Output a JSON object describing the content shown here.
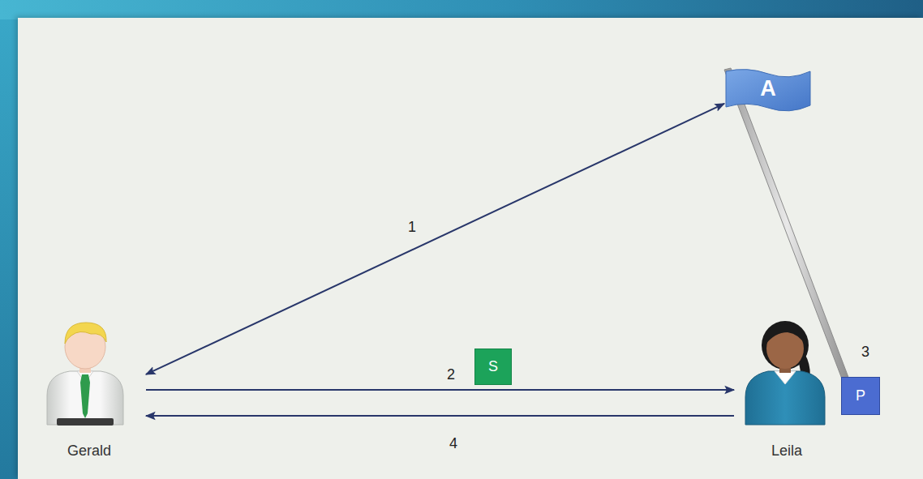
{
  "diagram": {
    "nodes": [
      {
        "text": [
          "A"
        ]
      },
      {
        "text": [
          "S"
        ]
      },
      {
        "text": [
          "Gerald"
        ]
      },
      {
        "text": [
          "P"
        ]
      },
      {
        "text": [
          "Leila"
        ]
      }
    ],
    "edges": [
      {
        "from": 2,
        "to": 0,
        "label": "1",
        "arrow": "both"
      },
      {
        "from": 2,
        "to": 4,
        "label": "2",
        "arrow": "to"
      },
      {
        "from": 4,
        "to": 2,
        "label": "4",
        "arrow": "to"
      }
    ],
    "labels": [
      "3"
    ]
  }
}
